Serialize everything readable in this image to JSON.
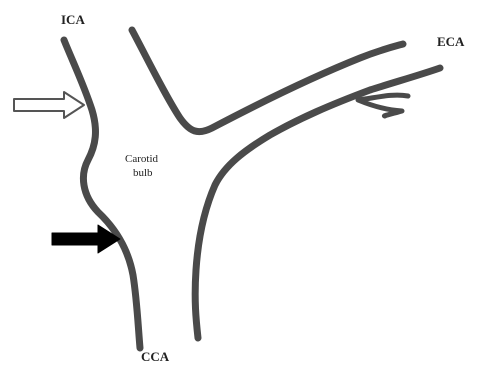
{
  "labels": {
    "ica": "ICA",
    "eca": "ECA",
    "cca": "CCA",
    "bulb_line1": "Carotid",
    "bulb_line2": "bulb"
  },
  "colors": {
    "vessel": "#4a4a4a",
    "solid_arrow": "#000000",
    "outline_arrow_fill": "#ffffff",
    "outline_arrow_stroke": "#555555"
  },
  "icons": {
    "outline_arrow": "hollow-arrow-right",
    "solid_arrow": "solid-arrow-right"
  }
}
